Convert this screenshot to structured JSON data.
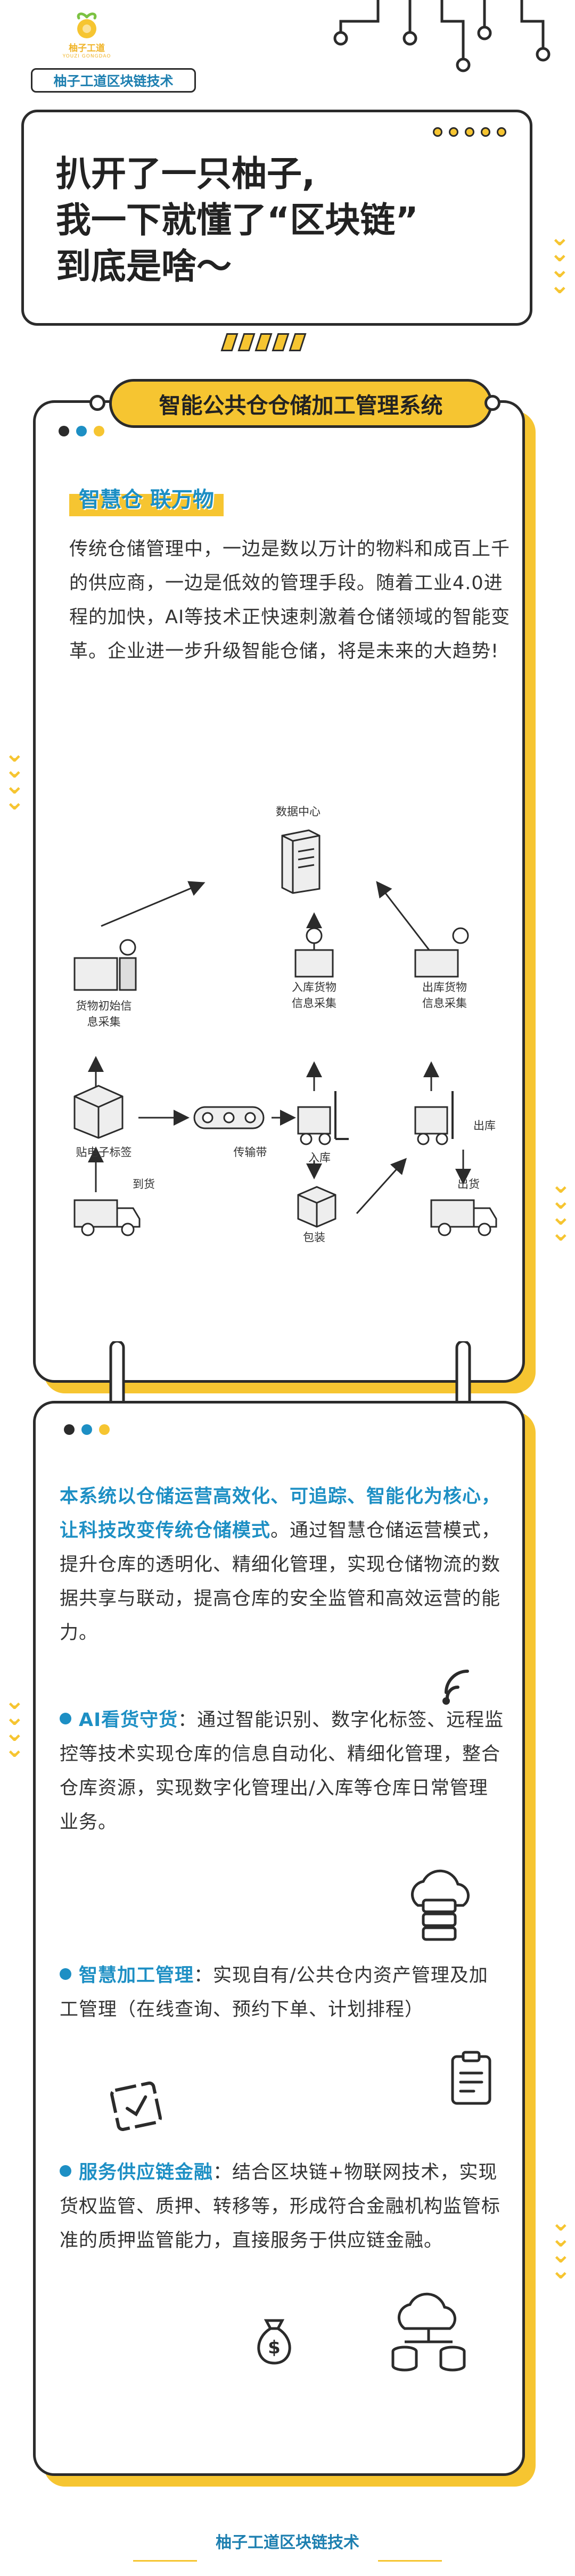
{
  "header": {
    "logo_text": "柚子工道",
    "logo_sub": "YOUZI GONGDAO",
    "brand": "柚子工道区块链技术",
    "title_lines": [
      "扒开了一只柚子,",
      "我一下就懂了“区块链”",
      "到底是啥～"
    ]
  },
  "section": {
    "tab_title": "智能公共仓仓储加工管理系统",
    "sub_heading": "智慧仓 联万物",
    "intro": "传统仓储管理中，一边是数以万计的物料和成百上千的供应商，一边是低效的管理手段。随着工业4.0进程的加快，AI等技术正快速刺激着仓储领域的智能变革。企业进一步升级智能仓储，将是未来的大趋势!"
  },
  "diagram": {
    "labels": {
      "data_center": "数据中心",
      "goods_info_1": "货物初始信",
      "goods_info_2": "息采集",
      "in_info_1": "入库货物",
      "in_info_2": "信息采集",
      "out_info_1": "出库货物",
      "out_info_2": "信息采集",
      "tag": "贴电子标签",
      "conveyor": "传输带",
      "inbound": "入库",
      "outbound": "出库",
      "arrival": "到货",
      "packing": "包装",
      "shipping": "出货"
    }
  },
  "features": {
    "lead_highlight": "本系统以仓储运营高效化、可追踪、智能化为核心，让科技改变传统仓储模式",
    "lead_rest": "。通过智慧仓储运营模式，提升仓库的透明化、精细化管理，实现仓储物流的数据共享与联动，提高仓库的安全监管和高效运营的能力。",
    "items": [
      {
        "title": "AI看货守货",
        "sep": "：",
        "body": "通过智能识别、数字化标签、远程监控等技术实现仓库的信息自动化、精细化管理，整合仓库资源，实现数字化管理出/入库等仓库日常管理业务。"
      },
      {
        "title": "智慧加工管理",
        "sep": "：",
        "body": "实现自有/公共仓内资产管理及加工管理（在线查询、预约下单、计划排程）"
      },
      {
        "title": "服务供应链金融",
        "sep": "：",
        "body": "结合区块链+物联网技术，实现货权监管、质押、转移等，形成符合金融机构监管标准的质押监管能力，直接服务于供应链金融。"
      }
    ]
  },
  "footer": {
    "text": "柚子工道区块链技术"
  },
  "colors": {
    "yellow": "#f6c531",
    "blue": "#1d8fc4",
    "dark": "#2b2b2b"
  }
}
